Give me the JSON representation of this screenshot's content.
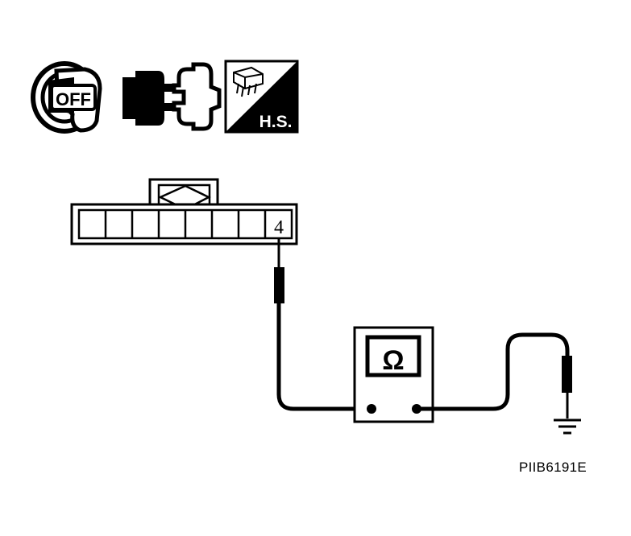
{
  "icons": {
    "ignition_label": "OFF",
    "harness_label": "H.S.",
    "ignition_icon": "ignition-key-off-icon",
    "disconnect_icon": "connector-disconnect-icon",
    "harness_icon": "harness-connector-icon"
  },
  "connector": {
    "terminal_label": "4"
  },
  "meter": {
    "symbol": "Ω",
    "icon": "ohmmeter-icon"
  },
  "ground": {
    "icon": "ground-icon"
  },
  "figure_code": "PIIB6191E",
  "colors": {
    "ink": "#000000",
    "paper": "#ffffff"
  }
}
